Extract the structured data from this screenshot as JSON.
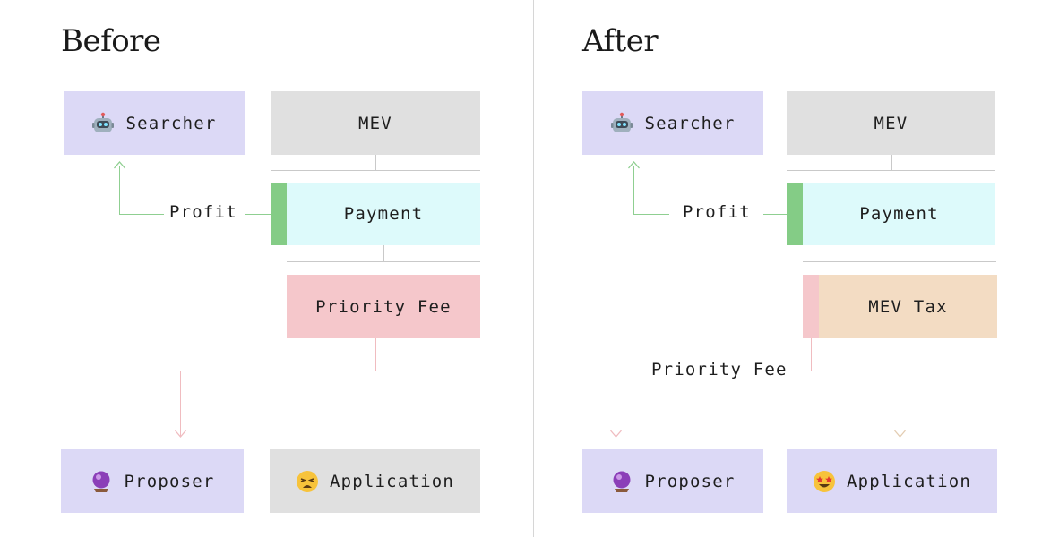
{
  "before": {
    "title": "Before",
    "searcher": "Searcher",
    "mev": "MEV",
    "payment": "Payment",
    "profit": "Profit",
    "priority_fee": "Priority Fee",
    "proposer": "Proposer",
    "application": "Application"
  },
  "after": {
    "title": "After",
    "searcher": "Searcher",
    "mev": "MEV",
    "payment": "Payment",
    "profit": "Profit",
    "mev_tax": "MEV Tax",
    "priority_fee": "Priority Fee",
    "proposer": "Proposer",
    "application": "Application"
  },
  "icons": {
    "searcher": "robot-icon",
    "proposer": "crystal-ball-icon",
    "application_before": "weary-face-icon",
    "application_after": "star-struck-face-icon"
  },
  "colors": {
    "lavender": "#dcd9f6",
    "gray": "#e0e0e0",
    "cyan": "#ddfafb",
    "green": "#84cc86",
    "pink": "#f5c7cb",
    "peach": "#f3dcc3"
  }
}
